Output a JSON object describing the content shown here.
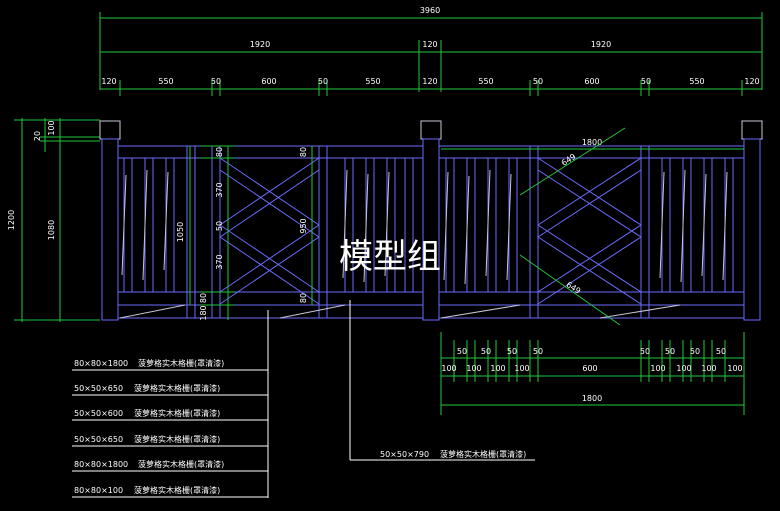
{
  "dimensions": {
    "total": "3960",
    "row2": [
      "1920",
      "120",
      "1920"
    ],
    "row3": [
      "120",
      "550",
      "50",
      "600",
      "50",
      "550",
      "120",
      "550",
      "50",
      "600",
      "50",
      "550",
      "120"
    ],
    "left_vertical": [
      "20",
      "100",
      "1200",
      "1080"
    ],
    "inner_left": [
      "80",
      "370",
      "50",
      "370",
      "1050",
      "80",
      "180"
    ],
    "inner_mid": [
      "80",
      "950",
      "80"
    ],
    "right_top": "1800",
    "diag_top": "649",
    "diag_bottom": "649",
    "bottom_small_top": [
      "50",
      "50",
      "50",
      "50",
      "50",
      "50",
      "50",
      "50"
    ],
    "bottom_small_bottom": [
      "100",
      "100",
      "100",
      "100",
      "600",
      "100",
      "100",
      "100",
      "100"
    ],
    "bottom_total": "1800"
  },
  "material_labels": [
    {
      "size": "80×80×1800",
      "desc": "菠萝格实木格栅(罩清漆)"
    },
    {
      "size": "50×50×650",
      "desc": "菠萝格实木格栅(罩清漆)"
    },
    {
      "size": "50×50×600",
      "desc": "菠萝格实木格栅(罩清漆)"
    },
    {
      "size": "50×50×650",
      "desc": "菠萝格实木格栅(罩清漆)"
    },
    {
      "size": "80×80×1800",
      "desc": "菠萝格实木格栅(罩清漆)"
    },
    {
      "size": "80×80×100",
      "desc": "菠萝格实木格栅(罩清漆)"
    }
  ],
  "right_label": {
    "size": "50×50×790",
    "desc": "菠萝格实木格栅(罩清漆)"
  },
  "watermark": "模型组"
}
